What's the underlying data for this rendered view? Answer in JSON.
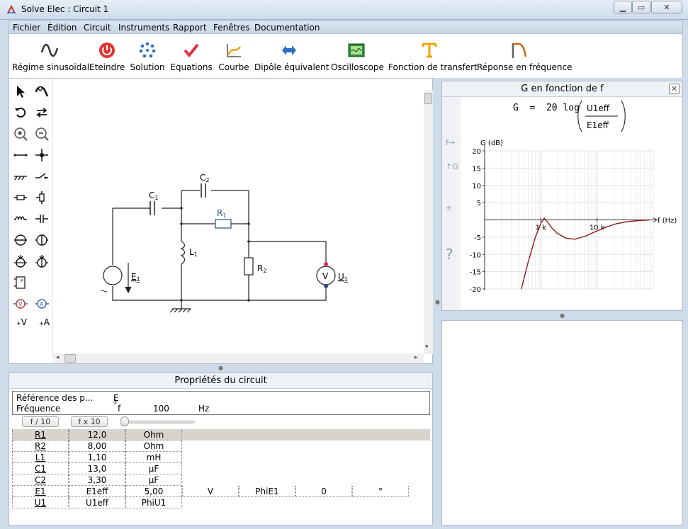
{
  "window": {
    "title": "Solve Elec : Circuit 1"
  },
  "menu": [
    "Fichier",
    "Édition",
    "Circuit",
    "Instruments",
    "Rapport",
    "Fenêtres",
    "Documentation"
  ],
  "toolbar": [
    {
      "label": "Régime sinusoïdal",
      "icon": "sine-wave-icon"
    },
    {
      "label": "Eteindre",
      "icon": "power-icon"
    },
    {
      "label": "Solution",
      "icon": "solution-icon"
    },
    {
      "label": "Equations",
      "icon": "checkmark-icon"
    },
    {
      "label": "Courbe",
      "icon": "curve-icon"
    },
    {
      "label": "Dipôle équivalent",
      "icon": "dipole-icon"
    },
    {
      "label": "Oscilloscope",
      "icon": "oscilloscope-icon"
    },
    {
      "label": "Fonction de transfert",
      "icon": "transfer-function-icon"
    },
    {
      "label": "Réponse en fréquence",
      "icon": "frequency-response-icon"
    }
  ],
  "circuit": {
    "C1": "C",
    "C1_sub": "1",
    "C2": "C",
    "C2_sub": "2",
    "R1": "R",
    "R1_sub": "1",
    "L1": "L",
    "L1_sub": "1",
    "R2": "R",
    "R2_sub": "2",
    "E1": "E",
    "E1_sub": "1",
    "U1": "U",
    "U1_sub": "1",
    "voltmeter_symbol": "V"
  },
  "palette": {
    "label_v": "V",
    "label_a": "A"
  },
  "properties": {
    "title": "Propriétés du circuit",
    "ref_label": "Référence des p...",
    "ref_value": "E",
    "ref_value_sub": "1",
    "freq_label": "Fréquence",
    "freq_symbol": "f",
    "freq_value": "100",
    "freq_unit": "Hz",
    "btn_div": "f / 10",
    "btn_mul": "f x 10",
    "rows": [
      [
        "R1",
        "12,0",
        "Ohm"
      ],
      [
        "R2",
        "8,00",
        "Ohm"
      ],
      [
        "L1",
        "1,10",
        "mH"
      ],
      [
        "C1",
        "13,0",
        "µF"
      ],
      [
        "C2",
        "3,30",
        "µF"
      ],
      [
        "E1",
        "E1eff",
        "5,00",
        "V",
        "PhiE1",
        "0",
        "°"
      ],
      [
        "U1",
        "U1eff",
        "PhiU1"
      ]
    ]
  },
  "graph": {
    "panel_title": "G en fonction de f",
    "formula_lhs": "G",
    "formula_eq": "=",
    "formula_coef": "20 log",
    "formula_num": "U1eff",
    "formula_den": "E1eff",
    "side_f": "f",
    "side_g": "G",
    "side_q": "?",
    "ylabel": "G (dB)",
    "xlabel": "f (Hz)",
    "yticks": [
      "20",
      "15",
      "10",
      "5",
      "-5",
      "-10",
      "-15",
      "-20"
    ],
    "xticks": [
      "1 k",
      "10 k"
    ]
  },
  "chart_data": {
    "type": "line",
    "title": "G en fonction de f",
    "xlabel": "f (Hz)",
    "ylabel": "G (dB)",
    "xscale": "log",
    "xlim": [
      100,
      100000
    ],
    "ylim": [
      -20,
      20
    ],
    "grid": true,
    "series": [
      {
        "color": "#8b1a1a",
        "x": [
          450,
          600,
          800,
          1000,
          1150,
          1300,
          1600,
          2000,
          2800,
          4000,
          6000,
          9000,
          14000,
          22000,
          35000,
          55000,
          85000
        ],
        "y": [
          -20,
          -12,
          -5,
          -1,
          0.5,
          -0.5,
          -2.5,
          -4,
          -5.3,
          -5.6,
          -4.8,
          -3.5,
          -2.2,
          -1.1,
          -0.5,
          -0.2,
          -0.05
        ]
      }
    ]
  }
}
